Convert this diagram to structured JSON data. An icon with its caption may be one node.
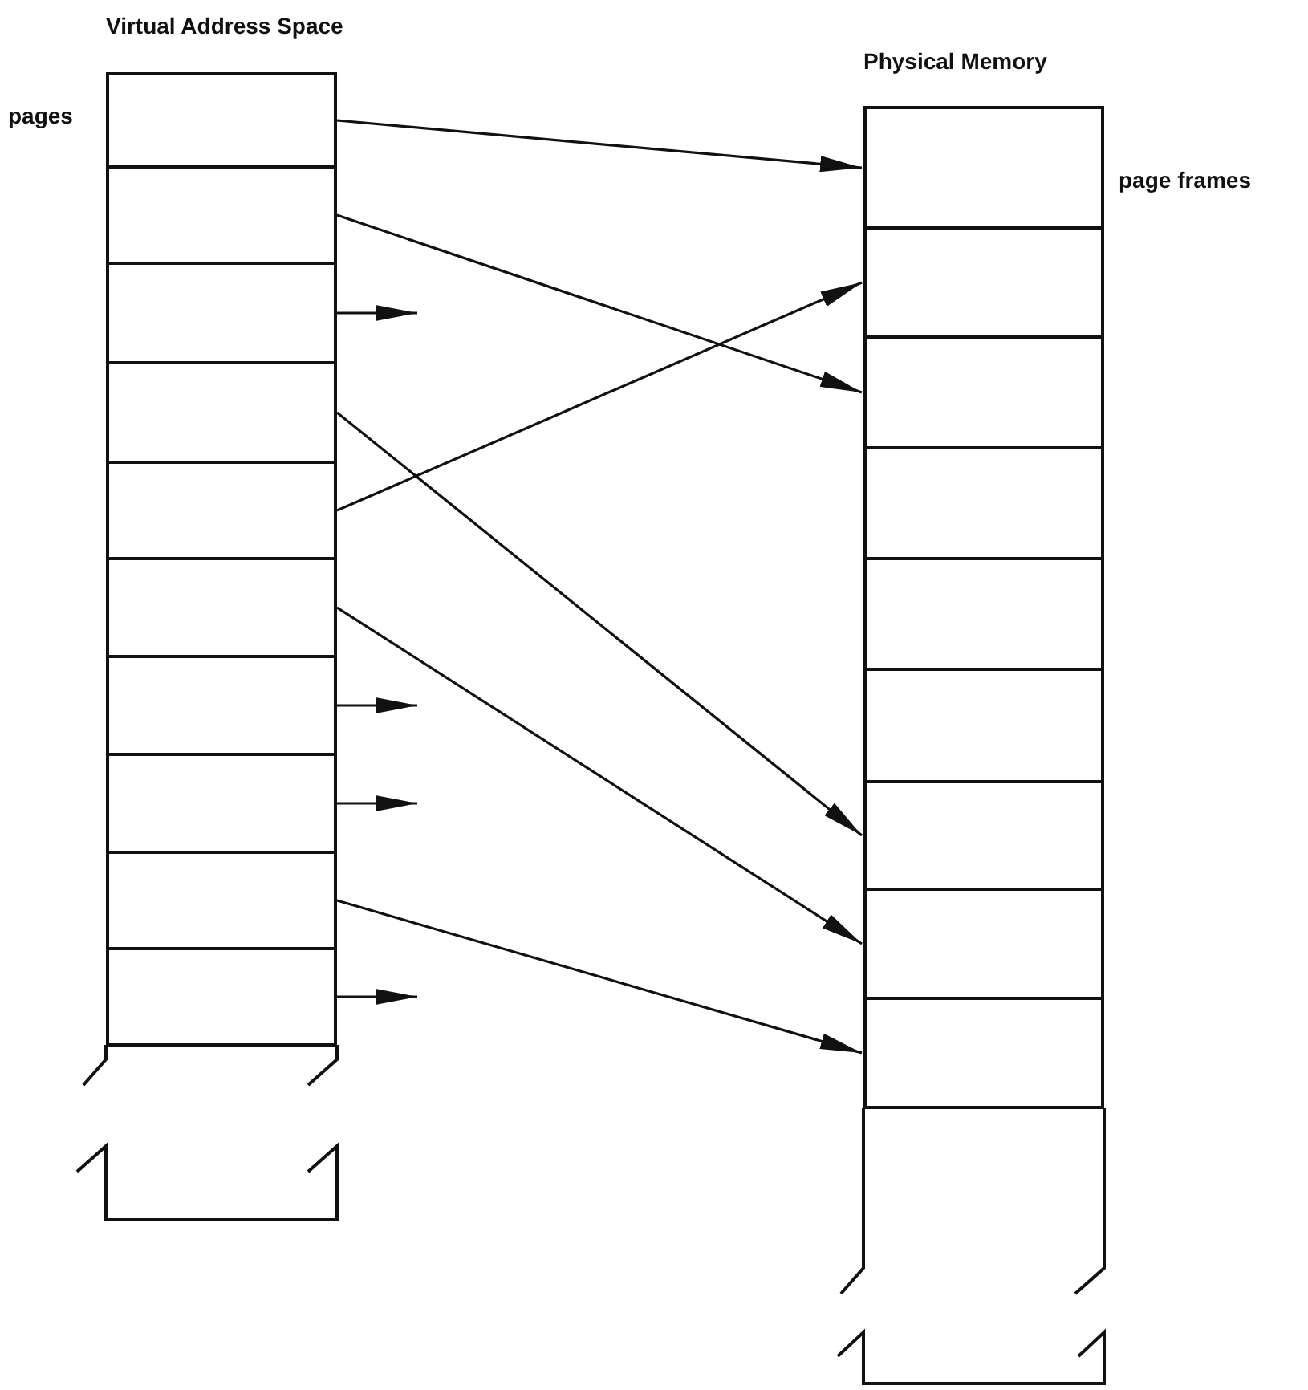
{
  "diagram": {
    "nodes": [
      {
        "text": [
          "Virtual Address Space"
        ]
      },
      {
        "text": [],
        "shape": "box",
        "in": 0
      },
      {
        "text": [],
        "shape": "box",
        "in": 0
      },
      {
        "text": [],
        "shape": "box",
        "in": 0
      },
      {
        "text": [],
        "shape": "box",
        "in": 0
      },
      {
        "text": [],
        "shape": "box",
        "in": 0
      },
      {
        "text": [],
        "shape": "box",
        "in": 0
      },
      {
        "text": [],
        "shape": "box",
        "in": 0
      },
      {
        "text": [],
        "shape": "box",
        "in": 0
      },
      {
        "text": [],
        "shape": "box",
        "in": 0
      },
      {
        "text": [],
        "shape": "box",
        "in": 0
      },
      {
        "text": [
          "Physical Memory"
        ]
      },
      {
        "text": [],
        "shape": "box",
        "in": 11
      },
      {
        "text": [],
        "shape": "box",
        "in": 11
      },
      {
        "text": [],
        "shape": "box",
        "in": 11
      },
      {
        "text": [],
        "shape": "box",
        "in": 11
      },
      {
        "text": [],
        "shape": "box",
        "in": 11
      },
      {
        "text": [],
        "shape": "box",
        "in": 11
      },
      {
        "text": [],
        "shape": "box",
        "in": 11
      },
      {
        "text": [],
        "shape": "box",
        "in": 11
      },
      {
        "text": [],
        "shape": "box",
        "in": 11
      }
    ],
    "edges": [
      {
        "from": 1,
        "to": 12,
        "arrow": "to"
      },
      {
        "from": 2,
        "to": 14,
        "arrow": "to"
      },
      {
        "from": 3,
        "to": null,
        "arrow": "to"
      },
      {
        "from": 4,
        "to": 18,
        "arrow": "to"
      },
      {
        "from": 5,
        "to": 13,
        "arrow": "to"
      },
      {
        "from": 6,
        "to": 19,
        "arrow": "to"
      },
      {
        "from": 7,
        "to": null,
        "arrow": "to"
      },
      {
        "from": 8,
        "to": null,
        "arrow": "to"
      },
      {
        "from": 9,
        "to": 20,
        "arrow": "to"
      },
      {
        "from": 10,
        "to": null,
        "arrow": "to"
      }
    ],
    "labels": [
      "pages",
      "page frames"
    ]
  }
}
